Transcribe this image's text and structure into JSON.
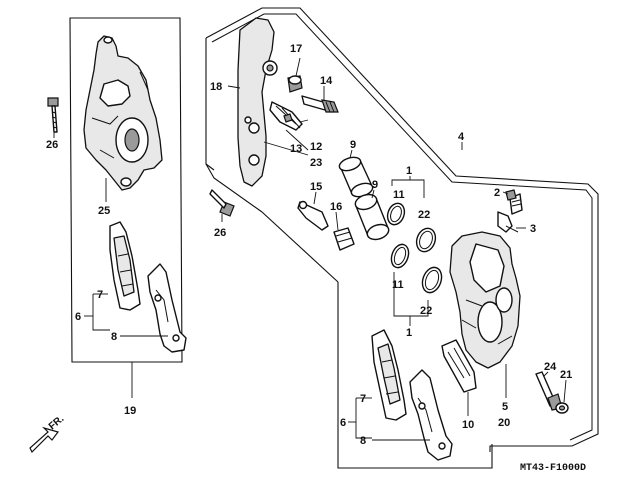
{
  "diagram": {
    "code": "MT43-F1000D",
    "direction_label": "FR.",
    "callouts": {
      "c1a": "1",
      "c1b": "1",
      "c2": "2",
      "c3": "3",
      "c4": "4",
      "c5": "5",
      "c6a": "6",
      "c6b": "6",
      "c7a": "7",
      "c7b": "7",
      "c8a": "8",
      "c8b": "8",
      "c9a": "9",
      "c9b": "9",
      "c10": "10",
      "c11a": "11",
      "c11b": "11",
      "c12": "12",
      "c13": "13",
      "c14": "14",
      "c15": "15",
      "c16": "16",
      "c17": "17",
      "c18": "18",
      "c19": "19",
      "c20": "20",
      "c21": "21",
      "c22a": "22",
      "c22b": "22",
      "c23": "23",
      "c24": "24",
      "c25": "25",
      "c26a": "26",
      "c26b": "26"
    }
  }
}
